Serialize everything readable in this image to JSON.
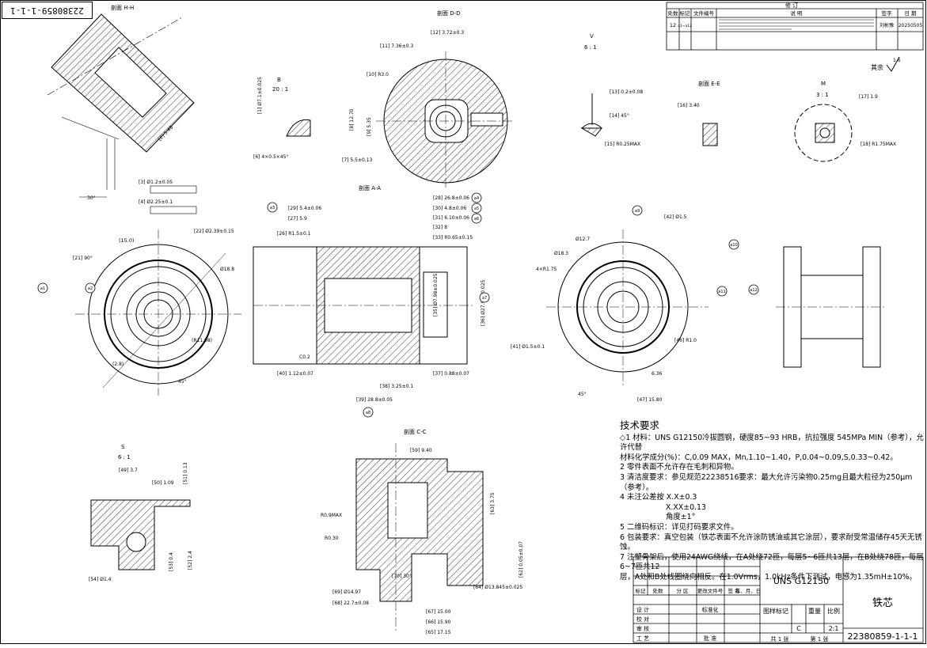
{
  "drawing_number_rotated": "22380859-1-1-1",
  "revision_table": {
    "title": "修 订",
    "headers": [
      "处数",
      "标记",
      "文件编号",
      "说 明",
      "签字",
      "日 期"
    ],
    "row": {
      "count": "12",
      "mark": "a1~a12",
      "signer": "刘彬豫",
      "date": "20250505"
    }
  },
  "roughness": {
    "prefix": "其余",
    "value": "1.6"
  },
  "section_titles": {
    "hh": "剖面 H-H",
    "dd": "剖面 D-D",
    "ee": "剖面 E-E",
    "aa": "剖面 A-A",
    "cc": "剖面 C-C"
  },
  "detail_scales": {
    "b": {
      "letter": "B",
      "scale": "20 : 1"
    },
    "v": {
      "letter": "V",
      "scale": "6 : 1"
    },
    "m": {
      "letter": "M",
      "scale": "3 : 1"
    },
    "s": {
      "letter": "S",
      "scale": "6 : 1"
    }
  },
  "dims": {
    "d_11": "[11] 7.36±0.3",
    "d_12": "[12] 3.72±0.3",
    "d_10": "[10] R3.0",
    "d_8": "[8] 12.70",
    "d_9": "[9] 5.35",
    "d_7": "[7] 5.5±0.13",
    "b_1": "[1] Ø7.1±0.025",
    "b_6": "[6] 4×0.5×45°",
    "v_13": "[13] 0.2±0.08",
    "v_14": "[14] 45°",
    "v_15": "[15] R0.25MAX",
    "e_16": "[16] 3.40",
    "m_17": "[17] 1.9",
    "m_18": "[18] R1.75MAX",
    "h_2": "[2] 5.40",
    "h_3": "[3] Ø1.2±0.05",
    "h_4": "[4] Ø2.25±0.1",
    "left_15": "(15.0)",
    "left_21": "[21] 90°",
    "left_22": "[22] Ø2.39±0.15",
    "left_188": "Ø18.8",
    "left_r11": "(R11.08)",
    "left_28": "(2.8)",
    "left_45": "45°",
    "a_28": "[28] 26.8±0.06",
    "a_29": "[29] 5.4±0.06",
    "a_27": "[27] 5.9",
    "a_30": "[30] 4.8±0.06",
    "a_26": "[26] R1.5±0.1",
    "a_31": "[31] 6.10±0.06",
    "a_32": "[32] 8",
    "a_33": "[33] R0.65±0.15",
    "a_37": "[37] 0.88±0.07",
    "a_38": "[38] 3.25±0.1",
    "a_39": "[39] 28.8±0.05",
    "a_40": "[40] 1.12±0.07",
    "a_c02": "C0.2",
    "a_35": "[35] Ø7.98±0.025",
    "a_36": "[36] Ø27.96±0.025",
    "r_42": "[42] Ø1.5",
    "r_41": "[41] Ø1.5±0.1",
    "r_127": "Ø12.7",
    "r_183": "Ø18.3",
    "r_r175": "4×R1.75",
    "r_r10": "[46] R1.0",
    "r_636": "6.36",
    "r_1580": "[47] 15.80",
    "r_45": "45°",
    "s_49": "[49] 3.7",
    "s_50": "[50] 1.09",
    "s_51": "[51] 0.13",
    "s_53": "[53] 0.4",
    "s_52": "[52] 2.4",
    "s_54": "[54] Ø1.4",
    "c_59": "[59] 9.40",
    "c_r09": "R0.9MAX",
    "c_r03": "R0.30",
    "c_67": "[67] 15.00",
    "c_66": "[66] 15.90",
    "c_65": "[65] 17.15",
    "c_68": "[68] 22.7±0.08",
    "c_69": "[69] Ø14.97",
    "c_70": "[70] 30°",
    "c_64": "[64] Ø13.845±0.025",
    "c_63": "[63] 3.75",
    "c_62": "[62] 0.05±0.07"
  },
  "balloons": [
    "a1",
    "a2",
    "a3",
    "a4",
    "a5",
    "a6",
    "a7",
    "a8",
    "a9",
    "a10",
    "a11",
    "a12"
  ],
  "tech_req": {
    "title": "技术要求",
    "lines": [
      "◇1 材料：UNS G12150冷拔圆钢，硬度85~93 HRB，抗拉强度 545MPa MIN（参考），允许代替",
      "材料化学成分(%)：C,0.09 MAX，Mn,1.10~1.40，P,0.04~0.09,S,0.33~0.42。",
      "2 零件表面不允许存在毛刺和异物。",
      "3 清洁度要求：参见规范22238516要求：最大允许污染物0.25mg且最大粒径为250μm（参考）。",
      "4 未注公差按  X.X±0.3"
    ],
    "tol_lines": [
      "X.XX±0.13",
      "角度±1°"
    ],
    "more_lines": [
      "5 二维码标识：详见打码要求文件。",
      "6 包装要求：真空包装（铁芯表面不允许涂防锈油或其它涂层），要求耐受常温储存45天无锈蚀。",
      "7 注塑骨架后，使用24AWG绕线，在A处绕72匝，每层5~6匝共13层，在B处绕78匝，每层6~7匝共12",
      "层，A处和B处线圈绕向相反。在1.0Vrms，1.0kHz条件下测试，电感为1.35mH±10%。"
    ]
  },
  "title_block": {
    "material": "UNS G12150",
    "part_name": "铁芯",
    "drawing_no": "22380859-1-1-1",
    "scale": "2:1",
    "stage": "C",
    "header_labels": [
      "标记",
      "处数",
      "分 区",
      "更改文件号",
      "签 名",
      "年、月、日"
    ],
    "row_labels": [
      "设 计",
      "校 对",
      "审 核",
      "工 艺"
    ],
    "standard": "标准化",
    "approve": "批 准",
    "stage_label": "图样标记",
    "weight_label": "重量",
    "scale_label": "比例",
    "sheets": "共  1  张",
    "sheet_no": "第  1  张"
  }
}
